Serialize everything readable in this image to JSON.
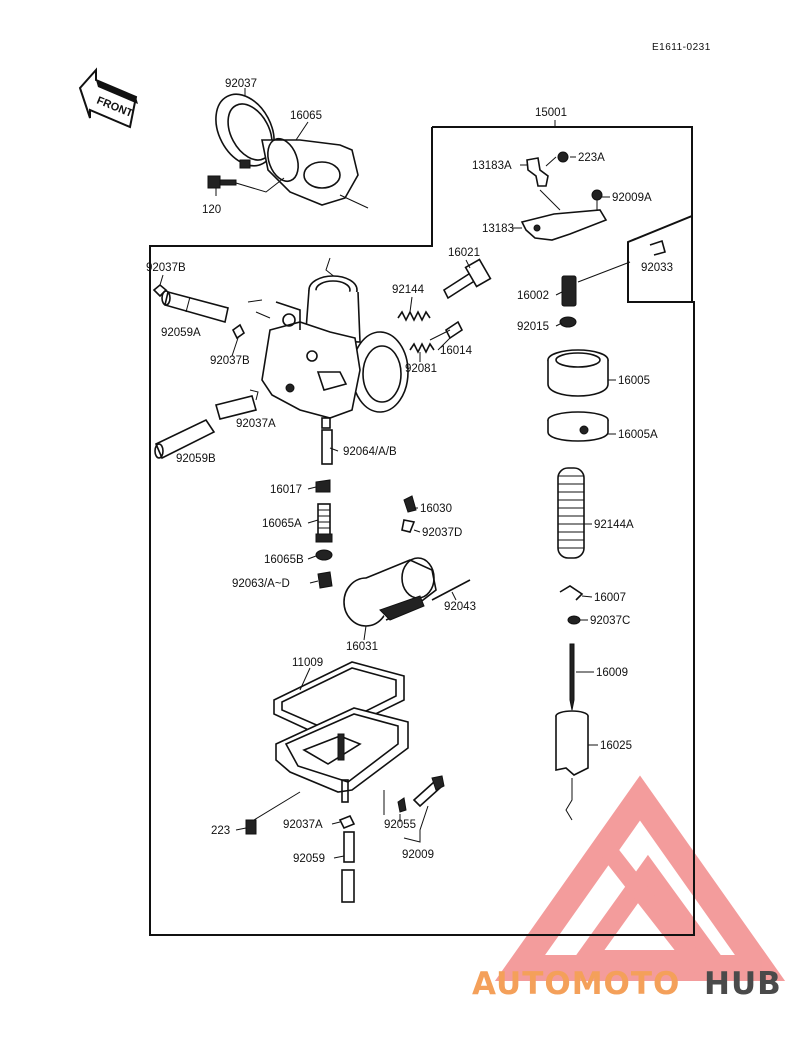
{
  "diagram_code": "E1611-0231",
  "front_arrow_label": "FRONT",
  "assembly_label": "15001",
  "watermark": {
    "brand_part1": "AUTOMOTO",
    "brand_part2": "HUB",
    "color_primary": "#f4a05a",
    "color_secondary": "#4a4a4a",
    "logo_color": "#f28b8b"
  },
  "part_labels": {
    "p92037_top": "92037",
    "p16065": "16065",
    "p120": "120",
    "p13183A": "13183A",
    "p223A": "223A",
    "p92009A": "92009A",
    "p13183": "13183",
    "p92033": "92033",
    "p92037B_1": "92037B",
    "p92059A": "92059A",
    "p92037B_2": "92037B",
    "p16021": "16021",
    "p92144": "92144",
    "p16014": "16014",
    "p92081": "92081",
    "p16002": "16002",
    "p92015": "92015",
    "p16005": "16005",
    "p16005A": "16005A",
    "p92037A_1": "92037A",
    "p92059B": "92059B",
    "p92064": "92064/A/B",
    "p16017": "16017",
    "p16065A": "16065A",
    "p16065B": "16065B",
    "p92063": "92063/A~D",
    "p16030": "16030",
    "p92037D": "92037D",
    "p92144A": "92144A",
    "p16007": "16007",
    "p92037C": "92037C",
    "p92043": "92043",
    "p16031": "16031",
    "p11009": "11009",
    "p16009": "16009",
    "p16025": "16025",
    "p223": "223",
    "p92037A_2": "92037A",
    "p92055": "92055",
    "p92059": "92059",
    "p92009": "92009"
  }
}
